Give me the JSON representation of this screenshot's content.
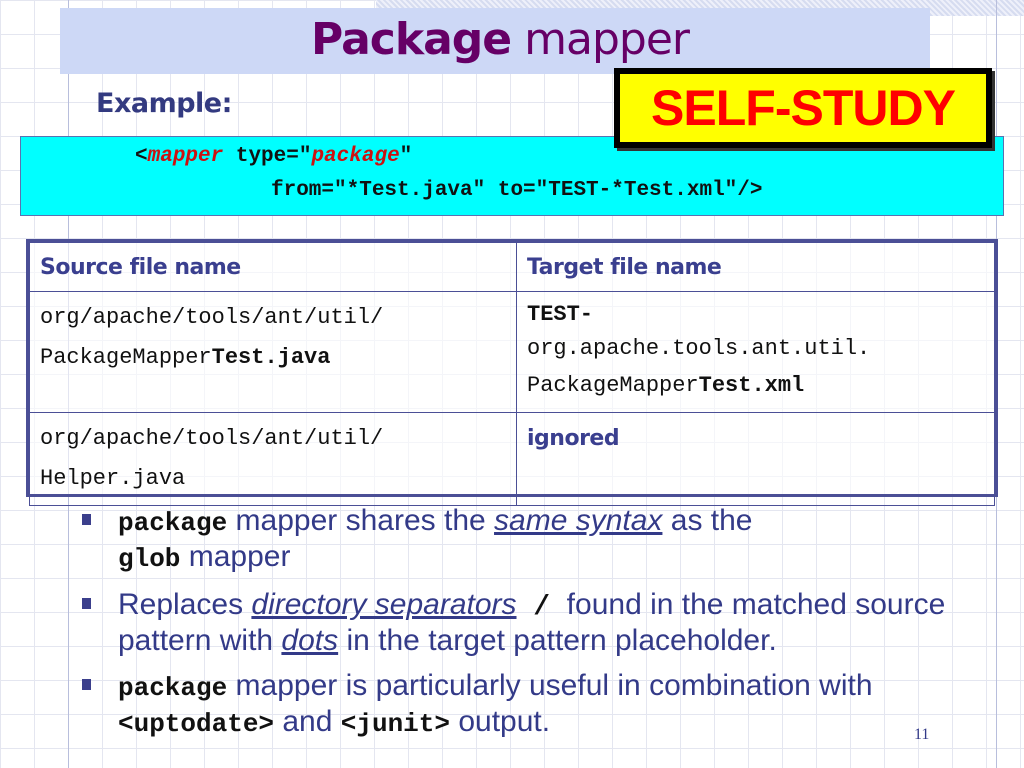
{
  "slide": {
    "title_bold": "Package",
    "title_light": "mapper",
    "example_label": "Example:",
    "badge": "SELF-STUDY",
    "page_number": "11"
  },
  "code": {
    "line1_open": "<",
    "line1_kw": "mapper",
    "line1_mid": " type=\"",
    "line1_kw2": "package",
    "line1_close": "\"",
    "line2": "from=\"*Test.java\" to=\"TEST-*Test.xml\"/>"
  },
  "table": {
    "headers": [
      "Source file name",
      "Target file name"
    ],
    "rows": [
      {
        "source_line1": "org/apache/tools/ant/util/",
        "source_line2_plain": "PackageMapper",
        "source_line2_bold": "Test.java",
        "target_line1_bold": "TEST-",
        "target_line2": "org.apache.tools.ant.util.",
        "target_line3_plain": "PackageMapper",
        "target_line3_bold": "Test.xml"
      },
      {
        "source_line1": "org/apache/tools/ant/util/",
        "source_line2_plain": "Helper.java",
        "target": "ignored"
      }
    ]
  },
  "bullets": [
    {
      "code1": "package",
      "text1": " mapper shares the ",
      "link1": "same syntax",
      "text2": "  as the",
      "code2": "glob",
      "text3": " mapper"
    },
    {
      "text1": "Replaces ",
      "link1": "directory separators",
      "code1": "/",
      "text2": " found in the matched source pattern with ",
      "link2": "dots",
      "text3": "  in the target pattern placeholder."
    },
    {
      "code1": "package",
      "text1": " mapper is particularly useful in combination with  ",
      "code2": "<uptodate>",
      "text2": " and ",
      "code3": "<junit>",
      "text3": " output."
    }
  ]
}
